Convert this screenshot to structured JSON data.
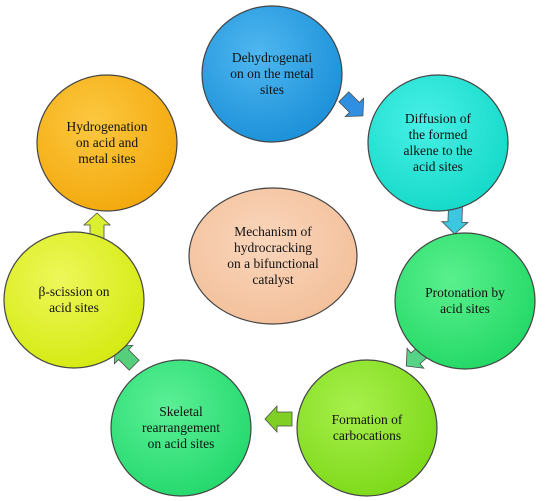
{
  "diagram": {
    "center": {
      "text": "Mechanism of\nhydrocracking\non a bifunctional\ncatalyst",
      "color": "#f6c7a4"
    },
    "steps": [
      {
        "id": "dehydrogenation",
        "text": "Dehydrogenati\non on the metal\nsites",
        "color": "#1e9be6"
      },
      {
        "id": "diffusion",
        "text": "Diffusion of\nthe formed\nalkene to the\nacid sites",
        "color": "#16e6d6"
      },
      {
        "id": "protonation",
        "text": "Protonation by\nacid sites",
        "color": "#2de56f"
      },
      {
        "id": "carbocations",
        "text": "Formation of\ncarbocations",
        "color": "#8be51f"
      },
      {
        "id": "skeletal",
        "text": "Skeletal\nrearrangement\non acid sites",
        "color": "#2ee57a"
      },
      {
        "id": "beta-scission",
        "text": "β-scission on\nacid sites",
        "color": "#dcf01b"
      },
      {
        "id": "hydrogenation",
        "text": "Hydrogenation\non acid and\nmetal sites",
        "color": "#f9b512"
      }
    ],
    "arrows": [
      {
        "id": "dehydrogenation-to-diffusion",
        "color": "#2f8fe0"
      },
      {
        "id": "diffusion-to-protonation",
        "color": "#3cc7e0"
      },
      {
        "id": "protonation-to-carbocations",
        "color": "#56d387"
      },
      {
        "id": "carbocations-to-skeletal",
        "color": "#7fcf24"
      },
      {
        "id": "skeletal-to-beta-scission",
        "color": "#56cf7b"
      },
      {
        "id": "beta-scission-to-hydrogenation",
        "color": "#d9ef2f"
      }
    ]
  }
}
